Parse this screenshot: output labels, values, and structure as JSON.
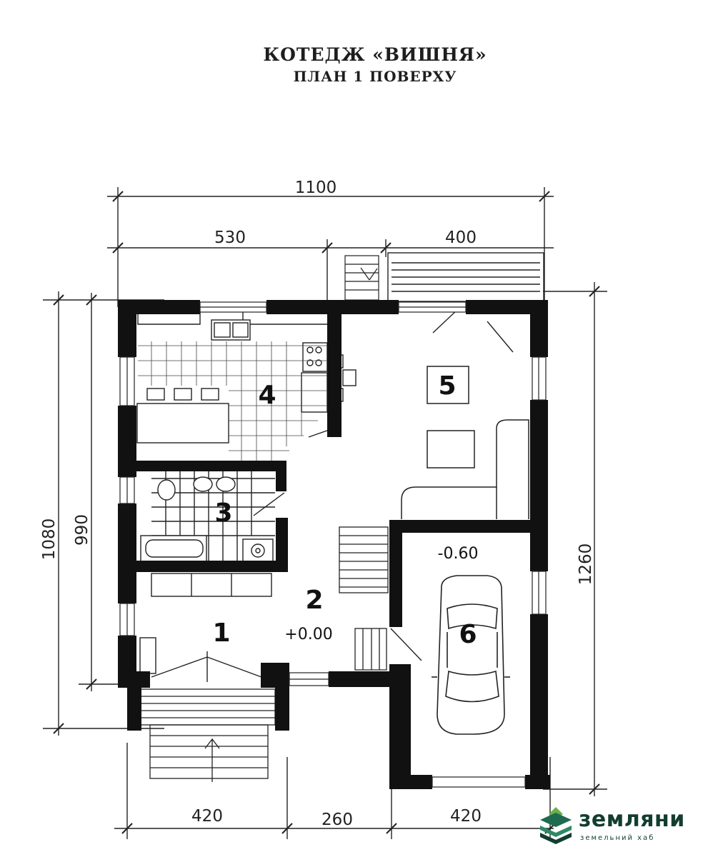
{
  "header": {
    "title": "КОТЕДЖ «ВИШНЯ»",
    "subtitle": "ПЛАН 1 ПОВЕРХУ"
  },
  "dimensions": {
    "overall_width": "1100",
    "left_width": "530",
    "right_width": "400",
    "height_left_outer": "1080",
    "height_left_inner": "990",
    "height_right": "1260",
    "bottom_left": "420",
    "bottom_middle": "260",
    "bottom_right": "420"
  },
  "rooms": [
    "1",
    "2",
    "3",
    "4",
    "5",
    "6"
  ],
  "levels": {
    "main": "+0.00",
    "garage": "-0.60"
  },
  "logo": {
    "name": "земляни",
    "tagline": "земельний хаб",
    "colors": [
      "#1e6b4f",
      "#6ab04c",
      "#123e2f"
    ]
  }
}
